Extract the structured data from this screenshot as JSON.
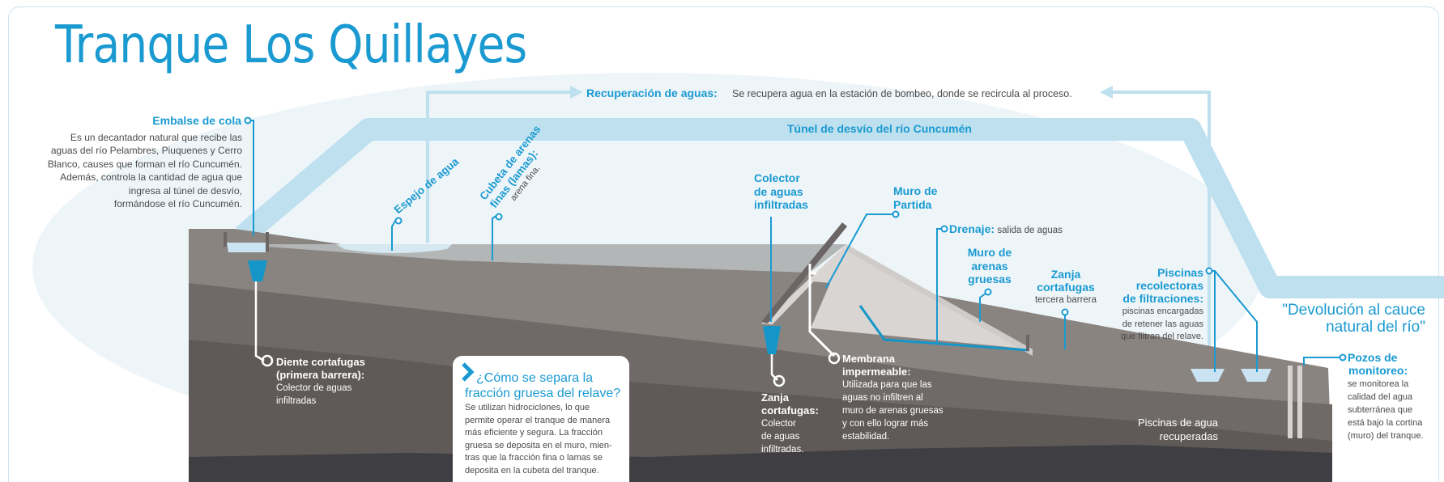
{
  "title": "Tranque Los Quillayes",
  "recovery": {
    "label": "Recuperación de aguas:",
    "text": "Se recupera agua en la estación de bombeo, donde se recircula al proceso."
  },
  "tunnel": "Túnel de desvío del río Cuncumén",
  "embalse": {
    "title": "Embalse de cola",
    "lines": [
      "Es un decantador natural que recibe las",
      "aguas del río Pelambres, Piuquenes y  Cerro",
      "Blanco, causes que forman el río Cuncumén.",
      "Además, controla la cantidad de agua que",
      "ingresa al túnel de desvío,",
      "formándose el río Cuncumén."
    ]
  },
  "espejo": "Espejo de agua",
  "cubeta": {
    "line1": "Cubeta de arenas",
    "line2": "finas (lamas):",
    "sub": "arena fina."
  },
  "colector": [
    "Colector",
    "de aguas",
    "infiltradas"
  ],
  "muro_partida": [
    "Muro de",
    "Partida"
  ],
  "drenaje": {
    "label": "Drenaje:",
    "text": "salida de aguas"
  },
  "muro_arenas": [
    "Muro de",
    "arenas",
    "gruesas"
  ],
  "zanja_tercera": {
    "title": [
      "Zanja",
      "cortafugas"
    ],
    "sub": "tercera barrera"
  },
  "piscinas_recolectoras": {
    "title": [
      "Piscinas",
      "recolectoras",
      "de filtraciones:"
    ],
    "sub": [
      "piscinas encargadas",
      "de retener las aguas",
      "que filtran del relave."
    ]
  },
  "devolucion": [
    "\"Devolución al cauce",
    "natural del río\""
  ],
  "diente": {
    "title": [
      "Diente cortafugas",
      "(primera barrera):"
    ],
    "sub": [
      "Colector de aguas",
      "infiltradas"
    ]
  },
  "question": {
    "title": [
      "¿Cómo se separa la",
      "fracción gruesa del relave?"
    ],
    "body": [
      "Se utilizan hidrociclones, lo que",
      "permite operar el tranque de manera",
      "más eficiente y segura. La fracción",
      "gruesa se deposita en el muro, mien-",
      "tras que la fracción fina o lamas se",
      "deposita en la cubeta del tranque."
    ]
  },
  "zanja_cortafugas": {
    "title": [
      "Zanja",
      "cortafugas:"
    ],
    "sub": [
      "Colector",
      "de aguas",
      "infiltradas."
    ]
  },
  "membrana": {
    "title": [
      "Membrana",
      "impermeable:"
    ],
    "sub": [
      "Utilizada para que las",
      "aguas no infiltren al",
      "muro de arenas gruesas",
      "y con ello lograr más",
      "estabilidad."
    ]
  },
  "piscinas_agua": [
    "Piscinas de agua",
    "recuperadas"
  ],
  "pozos": {
    "title": [
      "Pozos de",
      "monitoreo:"
    ],
    "sub": [
      "se monitorea la",
      "calidad del agua",
      "subterránea que",
      "está bajo la cortina",
      "(muro) del tranque."
    ]
  },
  "colors": {
    "accent": "#1a9ad1",
    "tunnel": "#bfe0ee",
    "water": "#c9e3f2",
    "ground_dark": "#3f3e42",
    "ground_mid": "#6f6a68",
    "ground_light": "#8a8480",
    "tailings": "#b3b6b7",
    "sand_wall": "#d8d5d3"
  }
}
